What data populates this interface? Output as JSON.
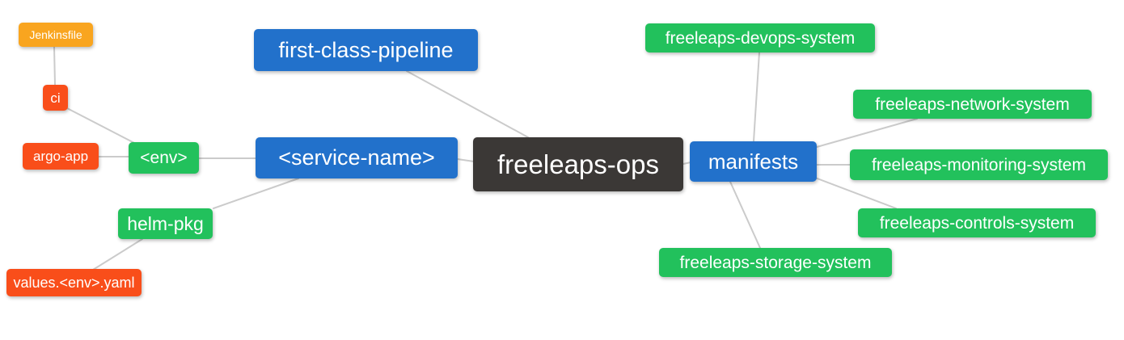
{
  "diagram": {
    "type": "mindmap",
    "root_label": "freeleaps-ops"
  },
  "colors": {
    "root_node": "#3b3836",
    "branch_node": "#2271cb",
    "green_node": "#22c15c",
    "orange_node": "#f9a51f",
    "red_node": "#f94e1a",
    "edge_line": "#cbcbcb",
    "node_text": "#ffffff",
    "background": "#ffffff"
  },
  "nodes": {
    "freeleaps_ops": {
      "label": "freeleaps-ops"
    },
    "first_class_pipeline": {
      "label": "first-class-pipeline"
    },
    "service_name": {
      "label": "<service-name>"
    },
    "manifests": {
      "label": "manifests"
    },
    "env": {
      "label": "<env>"
    },
    "helm_pkg": {
      "label": "helm-pkg"
    },
    "jenkinsfile": {
      "label": "Jenkinsfile"
    },
    "ci": {
      "label": "ci"
    },
    "argo_app": {
      "label": "argo-app"
    },
    "values_env_yaml": {
      "label": "values.<env>.yaml"
    },
    "devops_system": {
      "label": "freeleaps-devops-system"
    },
    "network_system": {
      "label": "freeleaps-network-system"
    },
    "monitoring_system": {
      "label": "freeleaps-monitoring-system"
    },
    "controls_system": {
      "label": "freeleaps-controls-system"
    },
    "storage_system": {
      "label": "freeleaps-storage-system"
    }
  },
  "edges": [
    {
      "from": "jenkinsfile",
      "to": "ci"
    },
    {
      "from": "ci",
      "to": "env"
    },
    {
      "from": "argo_app",
      "to": "env"
    },
    {
      "from": "env",
      "to": "service_name"
    },
    {
      "from": "helm_pkg",
      "to": "service_name"
    },
    {
      "from": "values_env_yaml",
      "to": "helm_pkg"
    },
    {
      "from": "first_class_pipeline",
      "to": "freeleaps_ops"
    },
    {
      "from": "service_name",
      "to": "freeleaps_ops"
    },
    {
      "from": "freeleaps_ops",
      "to": "manifests"
    },
    {
      "from": "manifests",
      "to": "devops_system"
    },
    {
      "from": "manifests",
      "to": "network_system"
    },
    {
      "from": "manifests",
      "to": "monitoring_system"
    },
    {
      "from": "manifests",
      "to": "controls_system"
    },
    {
      "from": "manifests",
      "to": "storage_system"
    }
  ]
}
